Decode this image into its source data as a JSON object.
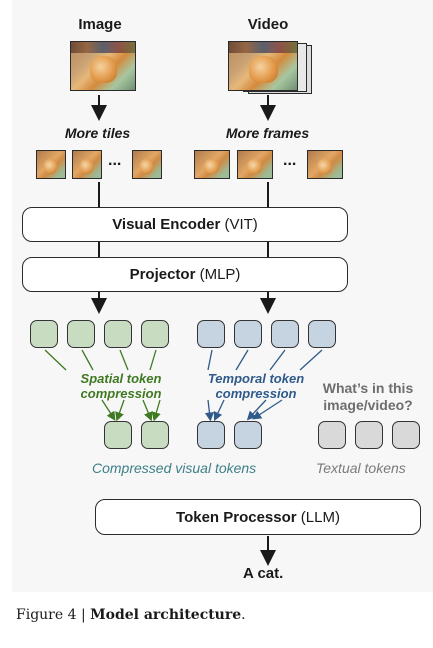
{
  "inputs": {
    "image_label": "Image",
    "video_label": "Video",
    "image_expansion": "More tiles",
    "video_expansion": "More frames",
    "ellipsis": "..."
  },
  "modules": {
    "encoder_main": "Visual Encoder",
    "encoder_paren": "(VIT)",
    "projector_main": "Projector",
    "projector_paren": "(MLP)",
    "llm_main": "Token Processor",
    "llm_paren": "(LLM)"
  },
  "compression": {
    "spatial_line1": "Spatial token",
    "spatial_line2": "compression",
    "temporal_line1": "Temporal token",
    "temporal_line2": "compression"
  },
  "tokens": {
    "compressed_label": "Compressed visual tokens",
    "textual_label": "Textual tokens",
    "question_line1": "What’s in this",
    "question_line2": "image/video?"
  },
  "output": {
    "answer": "A cat."
  },
  "caption": {
    "prefix": "Figure 4 | ",
    "title": "Model architecture",
    "suffix": "."
  },
  "colors": {
    "spatial": "#3f7a22",
    "temporal": "#2f5a8a",
    "compressed": "#3d7f86",
    "textual": "#7a7a7a",
    "token_green": "#c8dcc1",
    "token_blue": "#c6d3e1",
    "token_gray": "#d9d9d9"
  }
}
